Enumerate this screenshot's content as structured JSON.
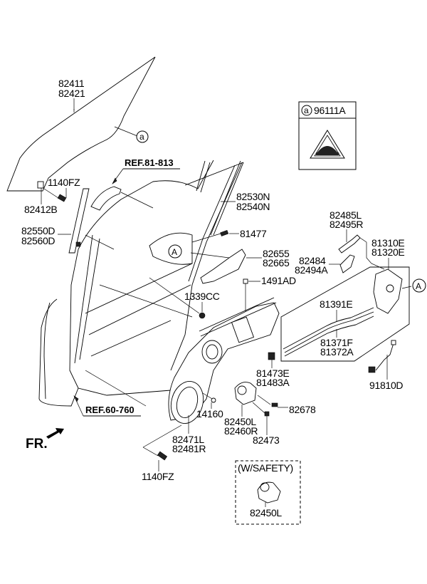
{
  "diagram": {
    "title": "Front Door Window Regulator & Glass",
    "labels": {
      "glass": [
        "82411",
        "82421"
      ],
      "glass_ref_marker": "a",
      "run_channel_ref": "REF.81-813",
      "bolt_1140fz_top": "1140FZ",
      "glass_bracket": "82412B",
      "rear_channel": [
        "82550D",
        "82560D"
      ],
      "weatherstrip": [
        "82530N",
        "82540N"
      ],
      "screw_81477": "81477",
      "outside_handle": [
        "82655",
        "82665"
      ],
      "clip_1491ad": "1491AD",
      "nut_1339cc": "1339CC",
      "key_rod": [
        "82485L",
        "82495R"
      ],
      "handle_bracket": [
        "82484",
        "82494A"
      ],
      "latch": [
        "81310E",
        "81320E"
      ],
      "cable_top": "81391E",
      "cable_bottom": [
        "81371F",
        "81372A"
      ],
      "harness": "91810D",
      "actuator_clip": [
        "81473E",
        "81483A"
      ],
      "bolt_82678": "82678",
      "motor": [
        "82450L",
        "82460R"
      ],
      "bolt_82473": "82473",
      "grommet_14160": "14160",
      "regulator_panel": [
        "82471L",
        "82481R"
      ],
      "bolt_1140fz_bottom": "1140FZ",
      "door_ref": "REF.60-760",
      "front_marker": "FR.",
      "detail_marker_A": "A"
    },
    "legend_box": {
      "marker": "a",
      "part_number": "96111A",
      "icon": "warning-label-icon"
    },
    "safety_box": {
      "title": "(W/SAFETY)",
      "part_number": "82450L"
    }
  }
}
